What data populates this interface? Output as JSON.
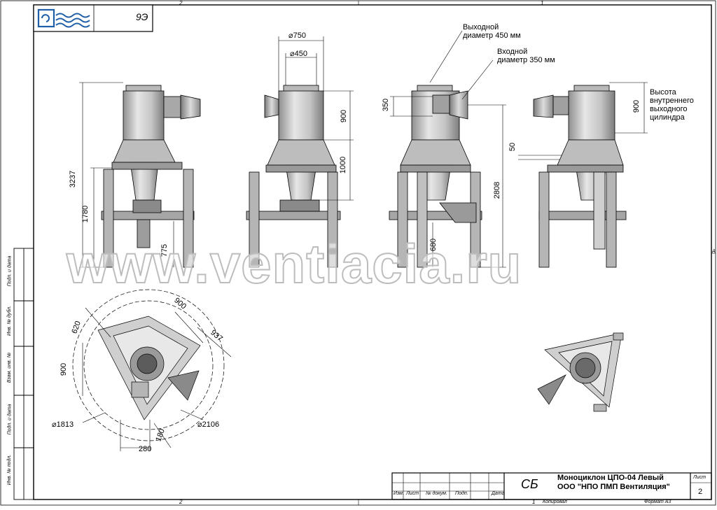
{
  "frame": {
    "top_zone_left": "2",
    "top_zone_right": "1",
    "bottom_zone_left": "2",
    "bottom_zone_right": "1",
    "right_zone_mark": "A"
  },
  "corner_stamp": {
    "code": "9Э"
  },
  "side_stamp": {
    "labels": [
      "Подп. и дата",
      "Инв. № дубл.",
      "Взам. инв. №",
      "Подп. и дата",
      "Инв. № подл."
    ]
  },
  "dimensions": {
    "view1": {
      "overall_height": "3237",
      "frame_height": "1780",
      "leg_height": "775"
    },
    "view2": {
      "dia_outer": "⌀750",
      "dia_inner": "⌀450",
      "upper_height": "900",
      "cone_height": "1000"
    },
    "view3": {
      "inlet_height": "350",
      "cone_offset": "50",
      "total_height": "2808",
      "leg_height": "680"
    },
    "view4": {
      "inner_cyl_height": "900"
    },
    "plan": {
      "d1": "900",
      "d2": "620",
      "d3": "937",
      "d4": "900",
      "dia_small": "⌀1813",
      "dia_large": "⌀2106",
      "d5": "280",
      "d6": "180"
    }
  },
  "notes": {
    "outlet": [
      "Выходной",
      "диаметр 450 мм"
    ],
    "inlet": [
      "Входной",
      "диаметр 350 мм"
    ],
    "height_note": [
      "Высота",
      "внутреннего",
      "выходного",
      "цилиндра"
    ]
  },
  "watermark": "www.ventiacia.ru",
  "title_block": {
    "doc_code": "СБ",
    "product_name": "Моноциклон ЦПО-04 Левый",
    "company": "ООО \"НПО ПМП Вентиляция\"",
    "sheet_label": "Лист",
    "sheet_number": "2",
    "row_headers": [
      "Изм.",
      "Лист",
      "№ докум.",
      "Подп.",
      "Дата"
    ],
    "copied": "Копировал",
    "format": "Формат А3",
    "page_mark": "1"
  },
  "colors": {
    "line": "#000000",
    "metal": "#c9c9c9",
    "metal_dark": "#8a8a8a",
    "logo": "#1f5fa8"
  }
}
